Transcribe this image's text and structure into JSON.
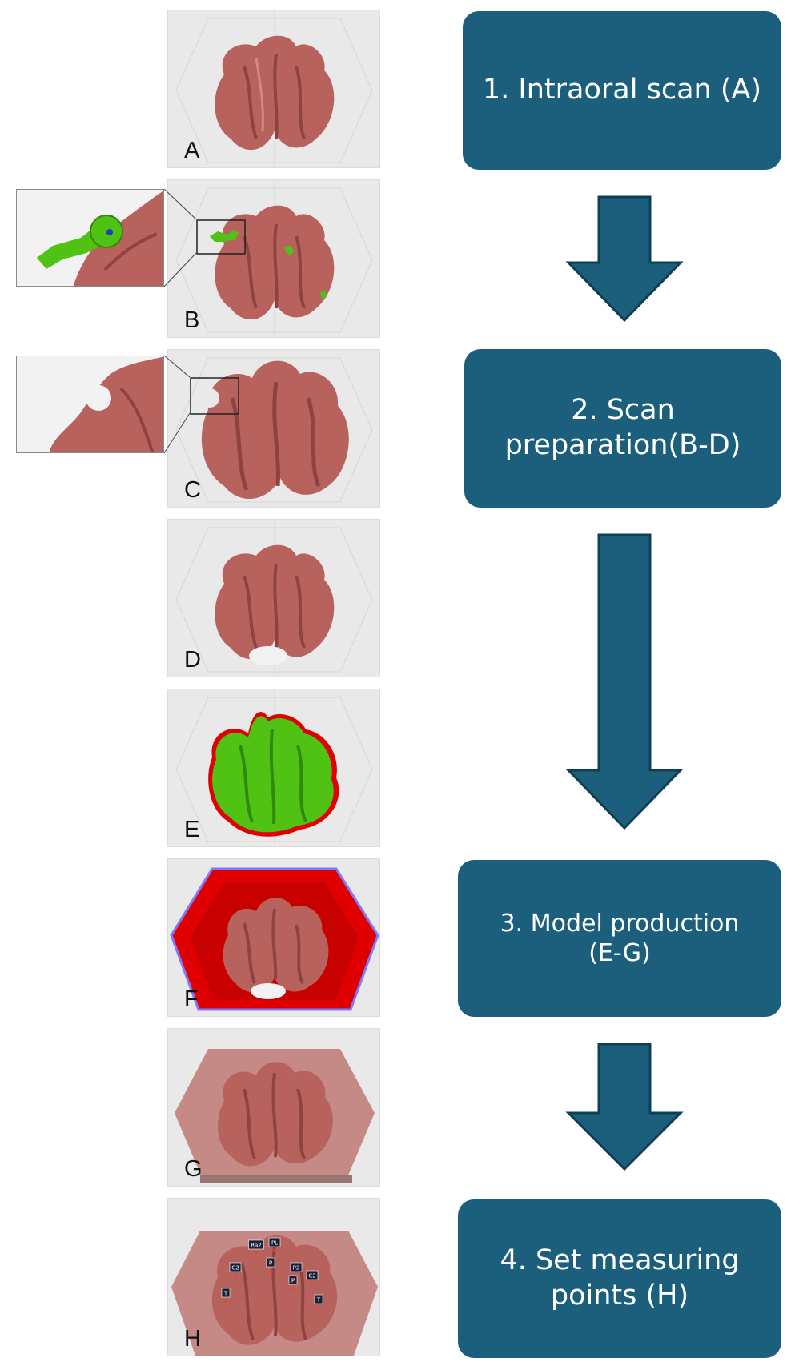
{
  "panels": [
    {
      "label": "A"
    },
    {
      "label": "B"
    },
    {
      "label": "C"
    },
    {
      "label": "D"
    },
    {
      "label": "E"
    },
    {
      "label": "F"
    },
    {
      "label": "G"
    },
    {
      "label": "H"
    }
  ],
  "steps": [
    {
      "line1": "1. Intraoral scan (A)",
      "line2": ""
    },
    {
      "line1": "2. Scan",
      "line2": "preparation(B-D)"
    },
    {
      "line1": "3. Model production",
      "line2": "(E-G)"
    },
    {
      "line1": "4. Set measuring",
      "line2": "points (H)"
    }
  ],
  "measuring_points": [
    "Ra2",
    "PL",
    "C2",
    "P",
    "P2",
    "C2",
    "P",
    "T",
    "T"
  ],
  "colors": {
    "step_fill": "#1b5f7d",
    "arrow_fill": "#1b5f7d",
    "arrow_stroke": "#0f3f55",
    "tissue": "#b8625e",
    "tissue_dark": "#8f4340",
    "highlight_green": "#4fc214",
    "base_red": "#e00000",
    "base_outline": "#7b7bff",
    "white_patch": "#f2f2f2"
  }
}
